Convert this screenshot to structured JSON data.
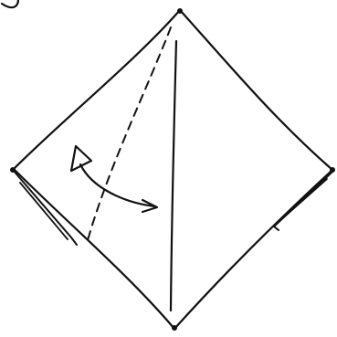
{
  "diagram": {
    "kind": "origami-fold-step",
    "step_marker": "circled-number-partial",
    "colors": {
      "ink": "#111111",
      "paper": "#ffffff"
    },
    "elements": [
      "paper-diamond-outline",
      "center-crease-solid",
      "valley-fold-line-dashed",
      "fold-over-arrow",
      "left-flap-edge",
      "right-flap-edge",
      "corner-dots"
    ]
  }
}
